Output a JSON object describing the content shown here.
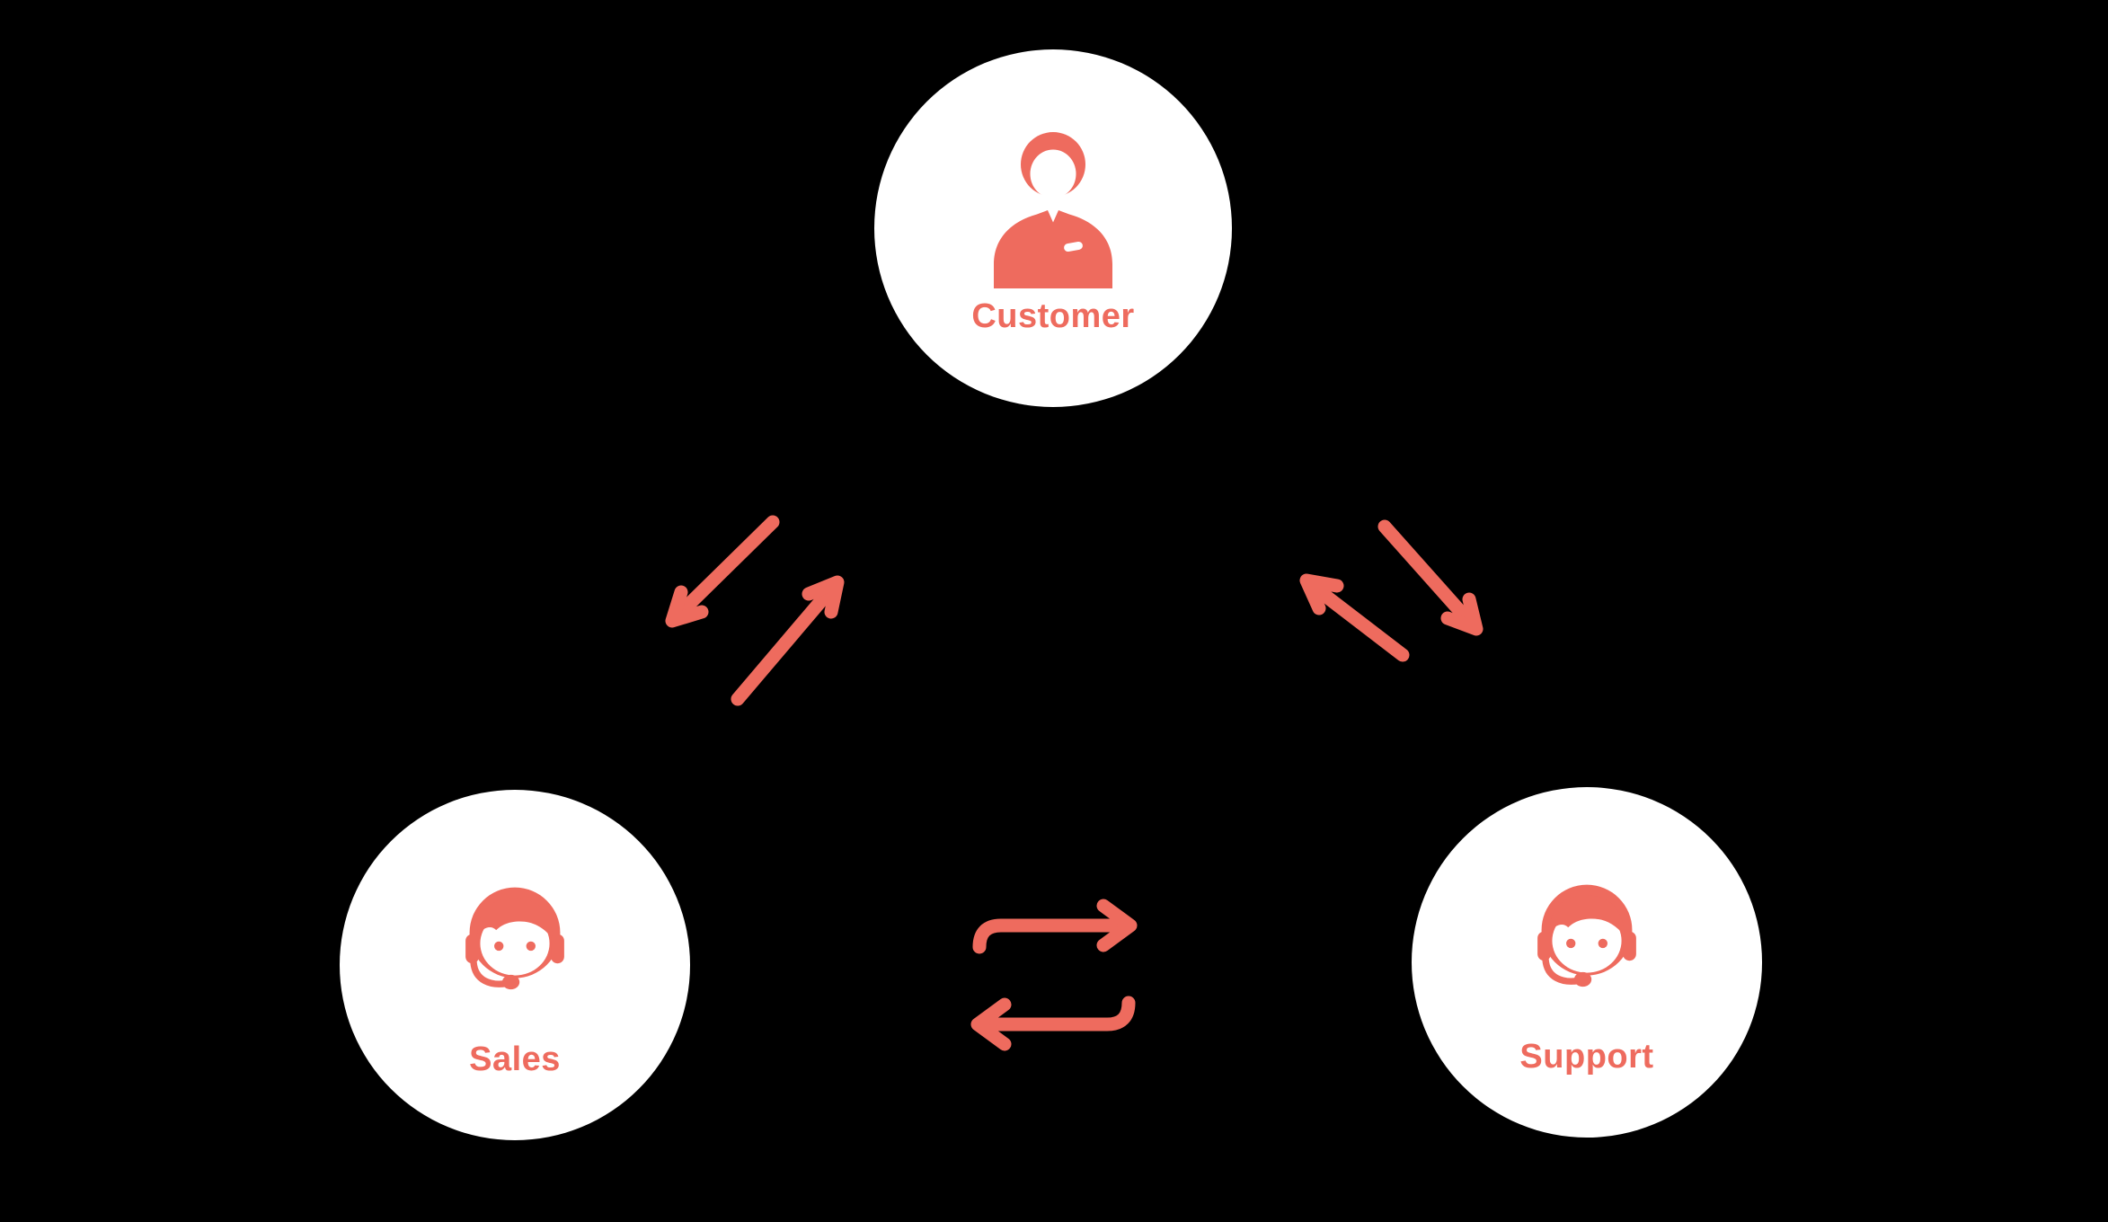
{
  "diagram": {
    "colors": {
      "background": "#000000",
      "accent": "#ee6b5e",
      "node_fill": "#ffffff"
    },
    "nodes": [
      {
        "id": "customer",
        "label": "Customer",
        "icon": "customer-person-icon",
        "position": "top-center"
      },
      {
        "id": "sales",
        "label": "Sales",
        "icon": "headset-agent-icon",
        "position": "bottom-left"
      },
      {
        "id": "support",
        "label": "Support",
        "icon": "headset-agent-icon",
        "position": "bottom-right"
      }
    ],
    "connections": [
      {
        "from": "Customer",
        "to": "Sales",
        "type": "bidirectional-arrows"
      },
      {
        "from": "Customer",
        "to": "Support",
        "type": "bidirectional-arrows"
      },
      {
        "from": "Sales",
        "to": "Support",
        "type": "bidirectional-arrows"
      }
    ]
  }
}
